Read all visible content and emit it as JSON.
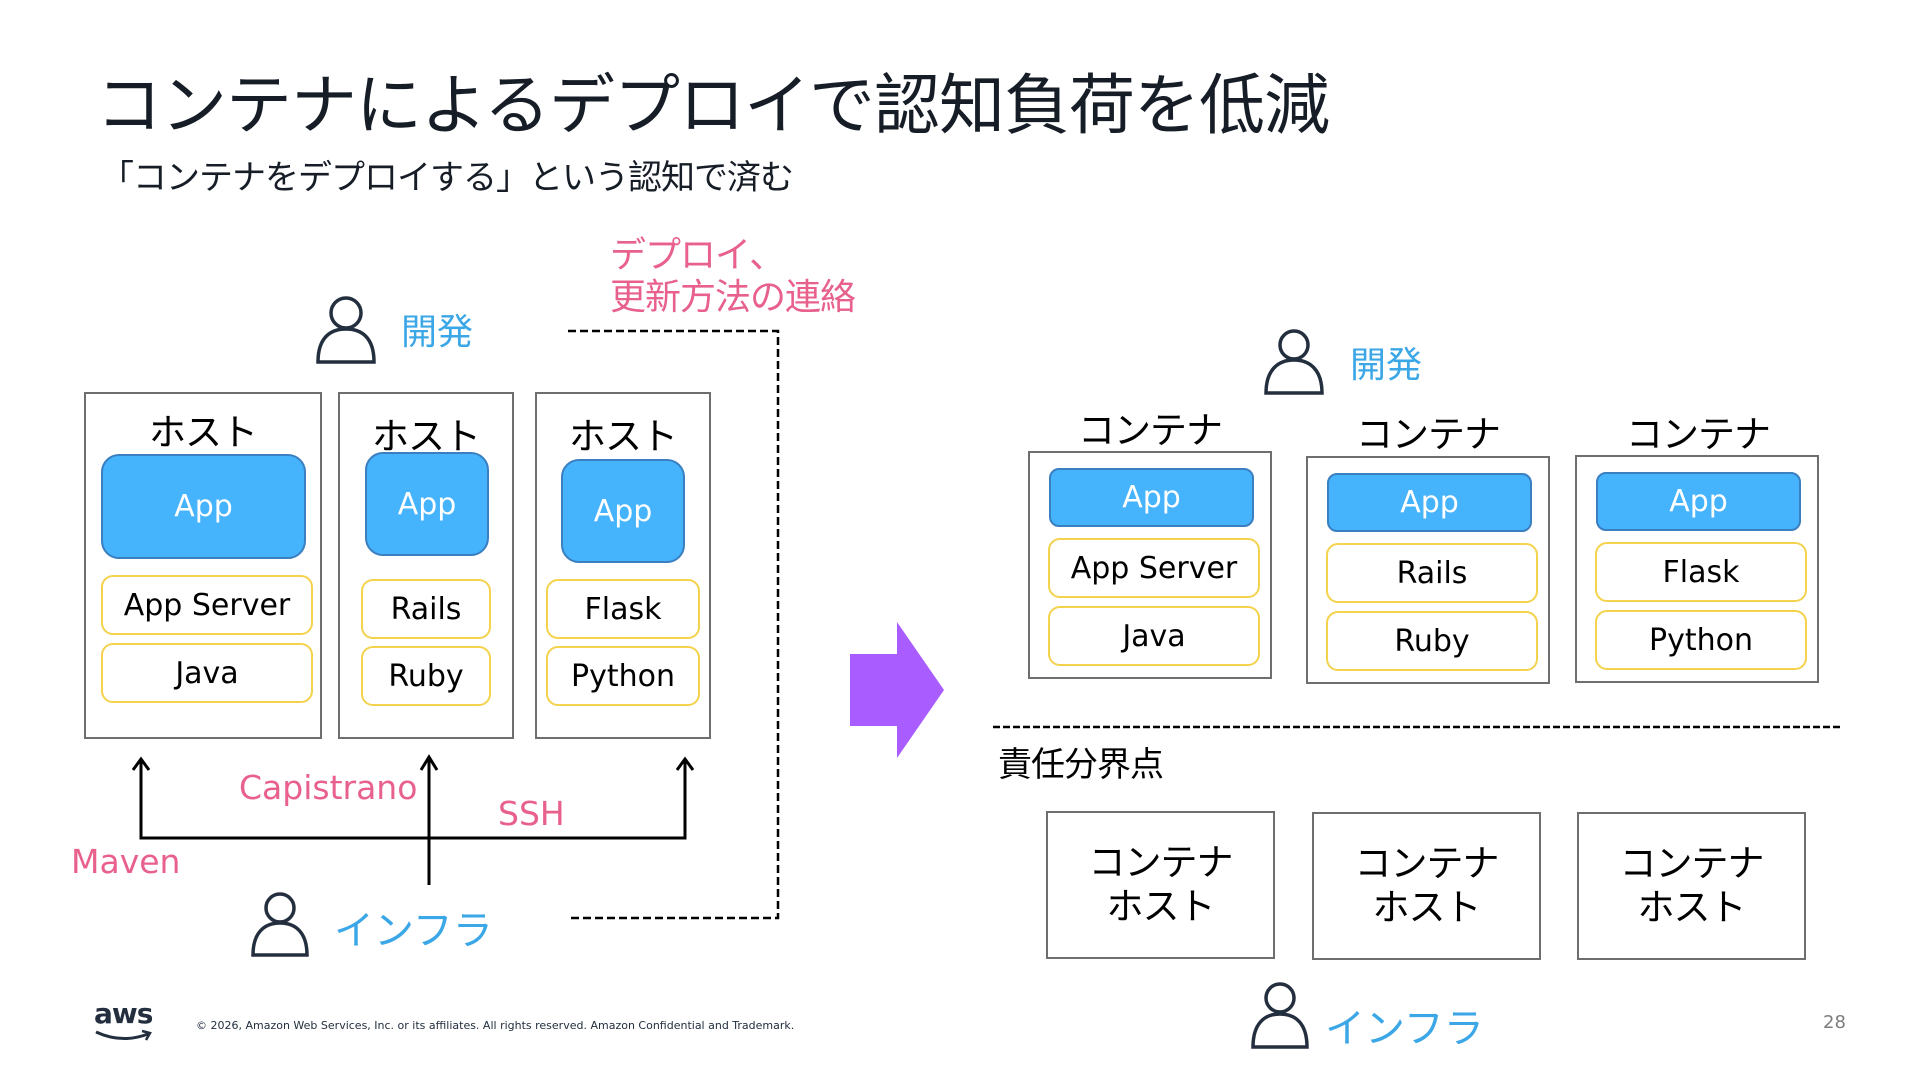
{
  "slide": {
    "title": "コンテナによるデプロイで認知負荷を低減",
    "subtitle": "「コンテナをデプロイする」という認知で済む",
    "page_number": "28",
    "footer": "© 2026, Amazon Web Services, Inc. or its affiliates. All rights reserved. Amazon Confidential and Trademark.",
    "logo_text": "aws"
  },
  "colors": {
    "app_fill": "#46b3fd",
    "layer_border": "#f4d24c",
    "pink_text": "#e8608c",
    "blue_text": "#3ba7e6",
    "arrow_fill": "#a95cff"
  },
  "left": {
    "dev_label": "開発",
    "infra_label": "インフラ",
    "comm_note_line1": "デプロイ、",
    "comm_note_line2": "更新方法の連絡",
    "hosts": [
      {
        "label": "ホスト",
        "app": "App",
        "layers": [
          "App Server",
          "Java"
        ]
      },
      {
        "label": "ホスト",
        "app": "App",
        "layers": [
          "Rails",
          "Ruby"
        ]
      },
      {
        "label": "ホスト",
        "app": "App",
        "layers": [
          "Flask",
          "Python"
        ]
      }
    ],
    "tools": {
      "maven": "Maven",
      "capistrano": "Capistrano",
      "ssh": "SSH"
    }
  },
  "right": {
    "dev_label": "開発",
    "infra_label": "インフラ",
    "boundary_label": "責任分界点",
    "containers": [
      {
        "label": "コンテナ",
        "app": "App",
        "layers": [
          "App Server",
          "Java"
        ]
      },
      {
        "label": "コンテナ",
        "app": "App",
        "layers": [
          "Rails",
          "Ruby"
        ]
      },
      {
        "label": "コンテナ",
        "app": "App",
        "layers": [
          "Flask",
          "Python"
        ]
      }
    ],
    "container_hosts": [
      {
        "line1": "コンテナ",
        "line2": "ホスト"
      },
      {
        "line1": "コンテナ",
        "line2": "ホスト"
      },
      {
        "line1": "コンテナ",
        "line2": "ホスト"
      }
    ]
  }
}
